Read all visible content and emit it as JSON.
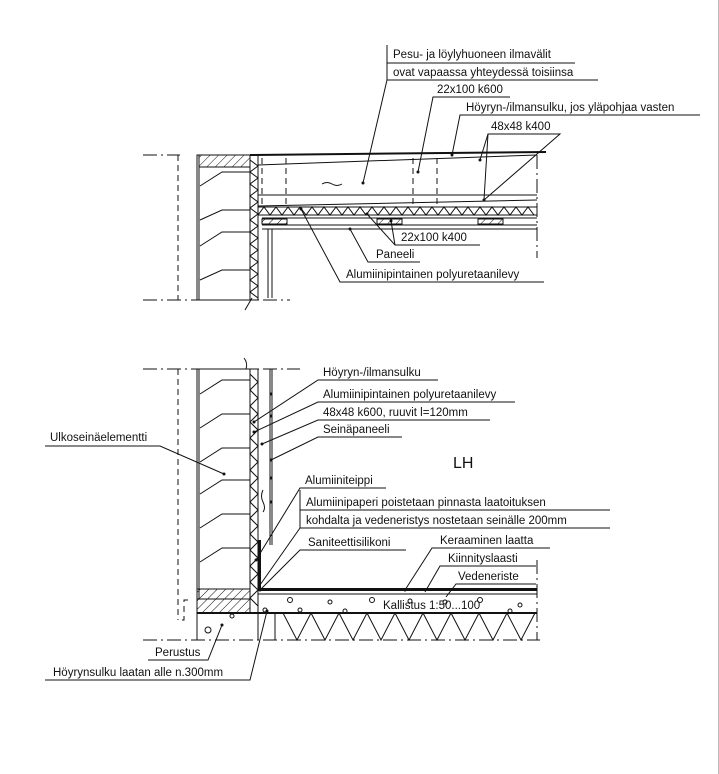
{
  "ceiling_labels": {
    "air_gap_1": "Pesu- ja löylyhuoneen ilmavälit",
    "air_gap_2": "ovat vapaassa yhteydessä toisiinsa",
    "batten_top": "22x100 k600",
    "vapour_barrier": "Höyryn-/ilmansulku, jos yläpohjaa vasten",
    "stud": "48x48 k400",
    "batten_bottom": "22x100 k400",
    "panel": "Paneeli",
    "pu_board": "Alumiinipintainen polyuretaanilevy"
  },
  "wall_labels": {
    "vapour_barrier": "Höyryn-/ilmansulku",
    "pu_board": "Alumiinipintainen polyuretaanilevy",
    "stud": "48x48 k600, ruuvit l=120mm",
    "wall_panel": "Seinäpaneeli",
    "room": "LH",
    "exterior_wall": "Ulkoseinäelementti",
    "tape": "Alumiiniteippi",
    "note_1": "Alumiinipaperi poistetaan pinnasta laatoituksen",
    "note_2": "kohdalta ja vedeneristys nostetaan seinälle 200mm",
    "silicone": "Saniteettisilikoni",
    "tile": "Keraaminen laatta",
    "adhesive": "Kiinnityslaasti",
    "waterproofing": "Vedeneriste",
    "slope": "Kallistus 1:50...100",
    "foundation": "Perustus",
    "slab_barrier": "Höyrynsulku laatan alle n.300mm"
  }
}
